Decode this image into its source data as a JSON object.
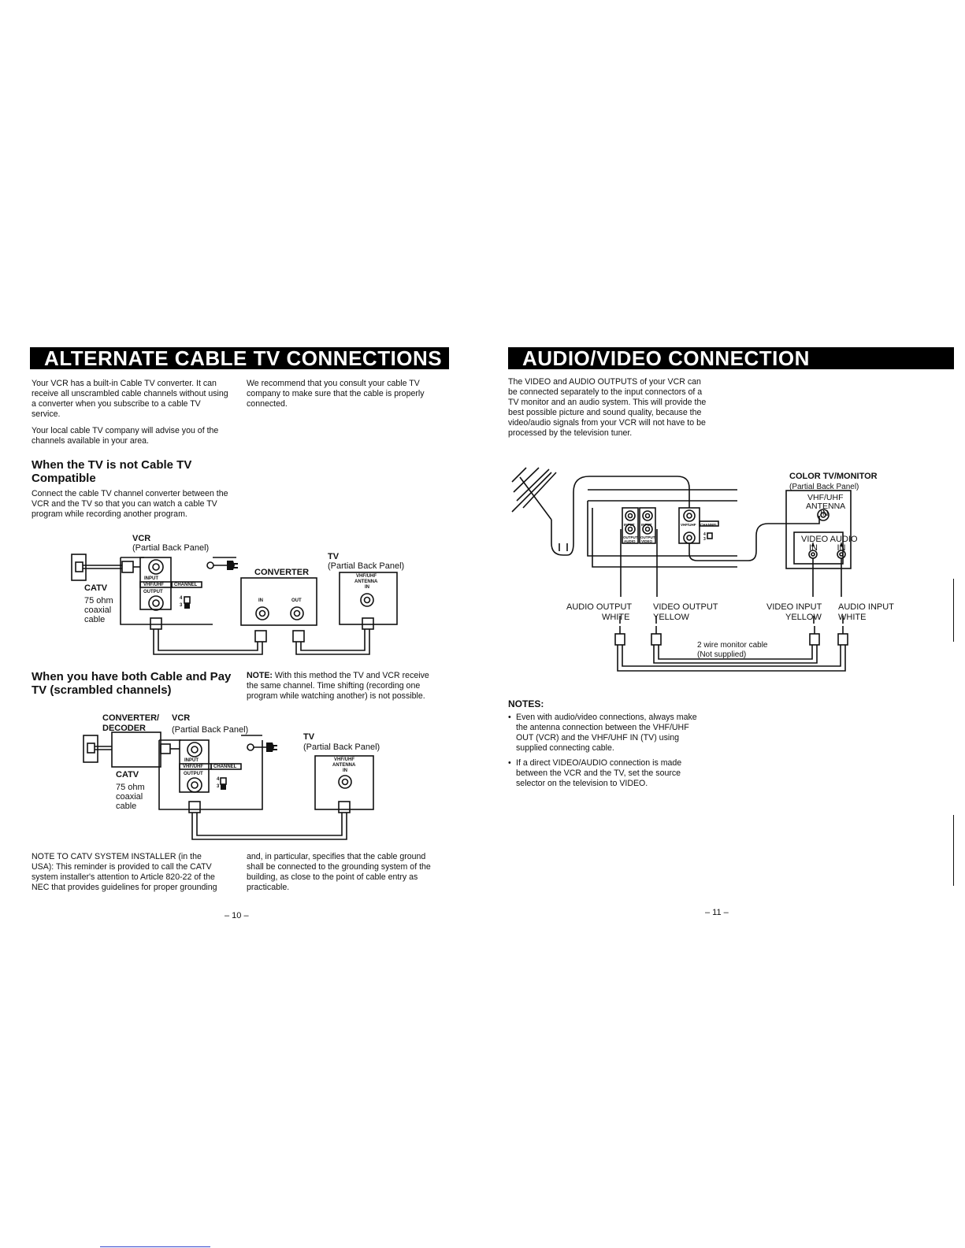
{
  "left": {
    "banner": "ALTERNATE CABLE TV CONNECTIONS",
    "intro_p1": "Your VCR has a built-in Cable TV converter. It can receive all unscrambled cable channels without using a converter when you subscribe to a cable TV service.",
    "intro_p2": "Your local cable TV company will advise you of the channels available in your area.",
    "intro_right": "We recommend that you consult your cable TV company to make sure that the cable is properly connected.",
    "sec1_title": "When the TV is not Cable TV Compatible",
    "sec1_body": "Connect the cable TV channel converter between the VCR and the TV so that you can watch a cable TV program while recording another program.",
    "sec2_title": "When you have both Cable and Pay TV (scrambled channels)",
    "sec2_note_label": "NOTE:",
    "sec2_note": "With this method the TV and VCR receive the same channel. Time shifting (recording one program while watching another) is not possible.",
    "footnote_left": "NOTE TO CATV SYSTEM INSTALLER (in the USA): This reminder is provided to call the CATV system installer's attention to Article 820-22 of the NEC that provides guidelines for proper grounding",
    "footnote_right": "and, in particular, specifies that the cable ground shall be connected to the grounding system of the building, as close to the point of cable entry as practicable.",
    "page_number": "– 10 –",
    "diagram1": {
      "vcr": "VCR",
      "vcr_sub": "(Partial  Back  Panel)",
      "catv": "CATV",
      "catv_sub": [
        "75 ohm",
        "coaxial",
        "cable"
      ],
      "converter": "CONVERTER",
      "conv_in": "IN",
      "conv_out": "OUT",
      "tv": "TV",
      "tv_sub": "(Partial  Back  Panel)",
      "tv_ant": [
        "VHF/UHF",
        "ANTENNA",
        "IN"
      ],
      "input": "INPUT",
      "vhfuhf": "VHF/UHF",
      "output": "OUTPUT",
      "channel": "CHANNEL",
      "ch4": "4",
      "ch3": "3"
    },
    "diagram2": {
      "converter": "CONVERTER/",
      "decoder": "DECODER",
      "vcr": "VCR",
      "vcr_sub": "(Partial  Back  Panel)",
      "catv": "CATV",
      "catv_sub": [
        "75 ohm",
        "coaxial",
        "cable"
      ],
      "tv": "TV",
      "tv_sub": "(Partial  Back  Panel)",
      "tv_ant": [
        "VHF/UHF",
        "ANTENNA",
        "IN"
      ],
      "input": "INPUT",
      "vhfuhf": "VHF/UHF",
      "output": "OUTPUT",
      "channel": "CHANNEL",
      "ch4": "4",
      "ch3": "3"
    }
  },
  "right": {
    "banner": "AUDIO/VIDEO CONNECTION",
    "intro": "The VIDEO and AUDIO OUTPUTS of your VCR can be connected separately to the input connectors of a TV monitor and an audio system. This will provide the best possible picture and sound quality, because the video/audio signals from your VCR will not have to be processed by the television tuner.",
    "diagram": {
      "monitor_title": "COLOR  TV/MONITOR",
      "monitor_sub": "(Partial Back Panel)",
      "ant": [
        "VHF/UHF",
        "ANTENNA",
        "IN"
      ],
      "video_audio": "VIDEO  AUDIO",
      "in_in": "IN        IN",
      "audio_output": "AUDIO  OUTPUT",
      "white_l": "WHITE",
      "video_output": "VIDEO  OUTPUT",
      "yellow_l": "YELLOW",
      "video_input": "VIDEO  INPUT",
      "yellow_r": "YELLOW",
      "audio_input": "AUDIO  INPUT",
      "white_r": "WHITE",
      "cable_label": "2 wire  monitor  cable",
      "cable_sub": "(Not  supplied)",
      "vcr_input": "INPUT",
      "vcr_output": "OUTPUT",
      "vcr_audio": "AUDIO",
      "vcr_video": "VIDEO",
      "vcr_vhfuhf": "VHF/UHF",
      "vcr_channel": "CHANNEL",
      "vcr_4": "4",
      "vcr_3": "3"
    },
    "notes_title": "NOTES:",
    "notes": [
      "Even with audio/video connections, always make the antenna connection between the VHF/UHF OUT (VCR) and the VHF/UHF IN (TV) using supplied connecting cable.",
      "If a direct VIDEO/AUDIO connection is made between the VCR and the TV, set the source selector on the television to VIDEO."
    ],
    "page_number": "– 11 –"
  }
}
